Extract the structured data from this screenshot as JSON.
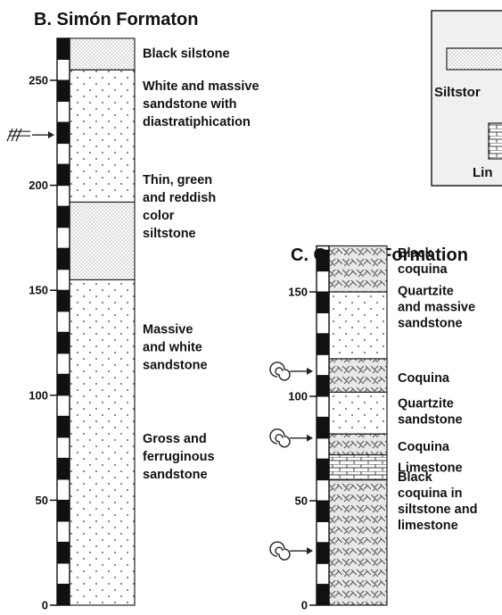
{
  "columnB": {
    "title": "B. Simón Formaton",
    "y_ticks": [
      250,
      200,
      150,
      100,
      50,
      0
    ],
    "strata": [
      {
        "from": 0,
        "to": 155,
        "lithology": "sandstone"
      },
      {
        "from": 155,
        "to": 192,
        "lithology": "siltstone"
      },
      {
        "from": 192,
        "to": 255,
        "lithology": "sandstone"
      },
      {
        "from": 255,
        "to": 270,
        "lithology": "siltstone"
      }
    ],
    "descriptions": [
      {
        "lines": [
          "Black silstone"
        ],
        "at": 263
      },
      {
        "lines": [
          "White and massive",
          "sandstone with",
          "diastratiphication"
        ],
        "at": 239
      },
      {
        "lines": [
          "Thin, green",
          "and reddish",
          "color",
          "siltstone"
        ],
        "at": 190
      },
      {
        "lines": [
          "Massive",
          "and white",
          "sandstone"
        ],
        "at": 123
      },
      {
        "lines": [
          "Gross and",
          "ferruginous",
          "sandstone"
        ],
        "at": 71
      }
    ],
    "markers": [
      {
        "type": "cross-bedding-icon",
        "at": 224
      }
    ]
  },
  "columnC": {
    "title": "C. Otatera Formation",
    "y_ticks": [
      150,
      100,
      50,
      0
    ],
    "strata": [
      {
        "from": 0,
        "to": 60,
        "lithology": "coquina"
      },
      {
        "from": 60,
        "to": 72,
        "lithology": "limestone"
      },
      {
        "from": 72,
        "to": 82,
        "lithology": "coquina"
      },
      {
        "from": 82,
        "to": 102,
        "lithology": "sandstone"
      },
      {
        "from": 102,
        "to": 118,
        "lithology": "coquina"
      },
      {
        "from": 118,
        "to": 150,
        "lithology": "sandstone"
      },
      {
        "from": 150,
        "to": 172,
        "lithology": "coquina"
      }
    ],
    "descriptions": [
      {
        "lines": [
          "Black",
          "coquina"
        ],
        "at": 165
      },
      {
        "lines": [
          "Quartzite",
          "and massive",
          "sandstone"
        ],
        "at": 143
      },
      {
        "lines": [
          "Coquina"
        ],
        "at": 109
      },
      {
        "lines": [
          "Quartzite",
          "sandstone"
        ],
        "at": 93
      },
      {
        "lines": [
          "Coquina"
        ],
        "at": 76
      },
      {
        "lines": [
          "Limestone"
        ],
        "at": 66
      },
      {
        "lines": [
          "Black",
          "coquina in",
          "siltstone and",
          "limestone"
        ],
        "at": 50
      }
    ],
    "markers": [
      {
        "type": "ammonite-icon",
        "at": 112
      },
      {
        "type": "ammonite-icon",
        "at": 80
      },
      {
        "type": "ammonite-icon",
        "at": 26
      }
    ]
  },
  "legend": {
    "labels": [
      "Siltstor",
      "Lin"
    ]
  }
}
